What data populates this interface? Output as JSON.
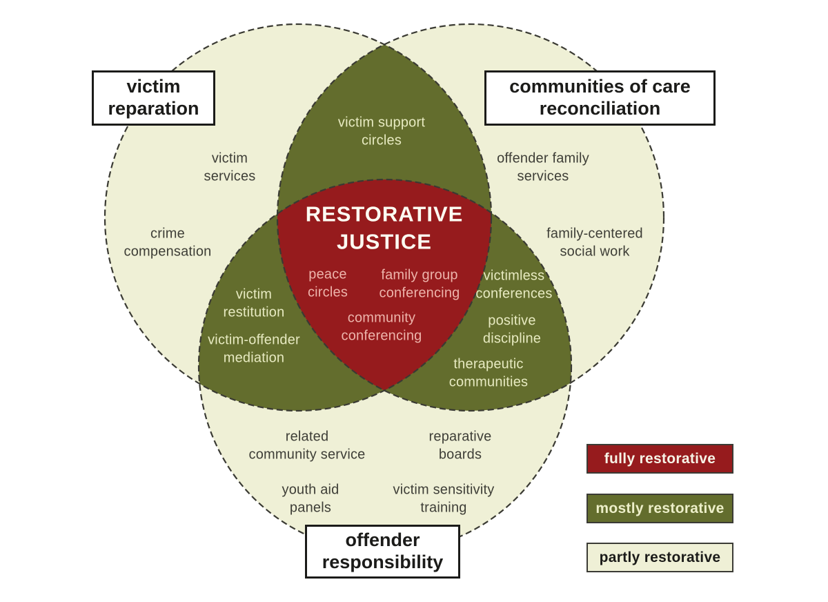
{
  "circles": {
    "victim": {
      "title": "victim\nreparation"
    },
    "communities": {
      "title": "communities of care\nreconciliation"
    },
    "offender": {
      "title": "offender\nresponsibility"
    }
  },
  "regions": {
    "victim_only": [
      "victim\nservices",
      "crime\ncompensation"
    ],
    "communities_only": [
      "offender family\nservices",
      "family-centered\nsocial work"
    ],
    "offender_only": [
      "related\ncommunity service",
      "reparative\nboards",
      "youth aid\npanels",
      "victim sensitivity\ntraining"
    ],
    "victim_communities": [
      "victim support\ncircles"
    ],
    "victim_offender": [
      "victim\nrestitution",
      "victim-offender\nmediation"
    ],
    "communities_offender": [
      "victimless\nconferences",
      "positive\ndiscipline",
      "therapeutic\ncommunities"
    ],
    "center": {
      "title": "RESTORATIVE\nJUSTICE",
      "items": [
        "peace\ncircles",
        "family group\nconferencing",
        "community\nconferencing"
      ]
    }
  },
  "legend": {
    "items": [
      {
        "label": "fully restorative",
        "color": "#961B1D"
      },
      {
        "label": "mostly restorative",
        "color": "#636D2D"
      },
      {
        "label": "partly restorative",
        "color": "#EFF0D6"
      }
    ]
  },
  "colors": {
    "fully_restorative": "#961B1D",
    "mostly_restorative": "#636D2D",
    "partly_restorative": "#EFF0D6",
    "outline": "#3A3A33",
    "background": "#FFFFFF"
  }
}
